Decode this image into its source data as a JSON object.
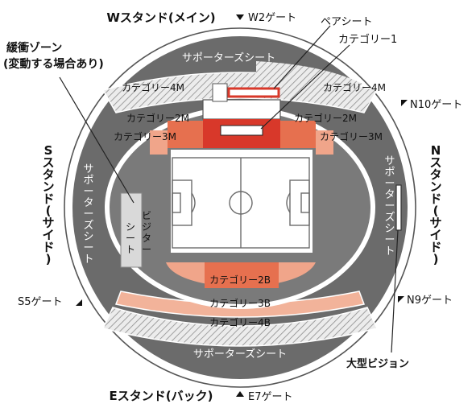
{
  "stands": {
    "west": "Wスタンド(メイン)",
    "east": "Eスタンド(バック)",
    "south_chars": [
      "S",
      "ス",
      "タ",
      "ン",
      "ド",
      "(",
      "サ",
      "イ",
      "ド",
      ")"
    ],
    "north_chars": [
      "N",
      "ス",
      "タ",
      "ン",
      "ド",
      "(",
      "サ",
      "イ",
      "ド",
      ")"
    ]
  },
  "gates": {
    "w2": "W2ゲート",
    "n10": "N10ゲート",
    "s5": "S5ゲート",
    "n9": "N9ゲート",
    "e7": "E7ゲート"
  },
  "callouts": {
    "pair_seat": "ペアシート",
    "category1": "カテゴリー1",
    "buffer_zone_line1": "緩衝ゾーン",
    "buffer_zone_line2": "(変動する場合あり)",
    "big_vision": "大型ビジョン"
  },
  "zones": {
    "supporter_top": "サポーターズシート",
    "supporter_bottom": "サポーターズシート",
    "supporter_left_chars": [
      "サ",
      "ポ",
      "ー",
      "タ",
      "ー",
      "ズ",
      "シ",
      "ー",
      "ト"
    ],
    "supporter_right_chars": [
      "サ",
      "ポ",
      "ー",
      "タ",
      "ー",
      "ズ",
      "シ",
      "ー",
      "ト"
    ],
    "cat4m_left": "カテゴリー4M",
    "cat4m_right": "カテゴリー4M",
    "cat2m_left": "カテゴリー2M",
    "cat2m_right": "カテゴリー2M",
    "cat3m_left": "カテゴリー3M",
    "cat3m_right": "カテゴリー3M",
    "cat2b": "カテゴリー2B",
    "cat3b": "カテゴリー3B",
    "cat4b": "カテゴリー4B",
    "vision_seat_col1": [
      "ビ",
      "ジ",
      "タ",
      "ー"
    ],
    "vision_seat_col2": [
      "シ",
      "ー",
      "ト"
    ]
  },
  "colors": {
    "supporter_gray": "#6b6b6b",
    "category1_red": "#d8382a",
    "category2_salmon": "#e6704f",
    "category3_light": "#f0a58a",
    "hatch_gray": "#9a9a9a"
  }
}
